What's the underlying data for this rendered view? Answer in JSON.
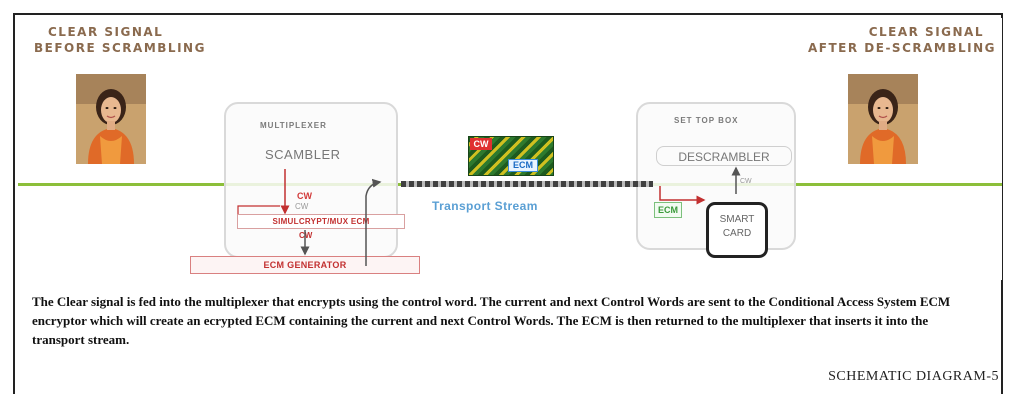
{
  "header_left": {
    "line1": "CLEAR SIGNAL",
    "line2": "BEFORE SCRAMBLING"
  },
  "header_right": {
    "line1": "CLEAR SIGNAL",
    "line2": "AFTER DE-SCRAMBLING"
  },
  "multiplexer": {
    "title": "MULTIPLEXER",
    "scrambler": "SCAMBLER",
    "cw_top": "CW",
    "cw_next": "CW",
    "encryptor": "SIMULCRYPT/MUX ECM",
    "cw_bottom": "CW"
  },
  "ecm_generator": "ECM GENERATOR",
  "packet": {
    "cw": "CW",
    "ecm": "ECM"
  },
  "transport_stream": "Transport Stream",
  "set_top_box": {
    "title": "SET TOP BOX",
    "descrambler": "DESCRAMBLER",
    "cw": "CW",
    "ecm": "ECM",
    "smart_card_line1": "SMART",
    "smart_card_line2": "CARD"
  },
  "caption": "The Clear signal is fed into the multiplexer that encrypts using the control word. The current and next Control Words are sent to the Conditional Access System ECM encryptor which will create an ecrypted ECM containing the current and next Control Words. The ECM is then returned to the multiplexer that inserts it into the transport stream.",
  "diagram_label": "SCHEMATIC DIAGRAM-5",
  "colors": {
    "header": "#8a6a4e",
    "signal_line": "#8cbf3a",
    "ecm_red": "#c23030",
    "transport_blue": "#5a9fd4",
    "ecm_green": "#3a9a3a"
  },
  "icons": {
    "person_left": "woman-photo-icon",
    "person_right": "woman-photo-icon"
  }
}
